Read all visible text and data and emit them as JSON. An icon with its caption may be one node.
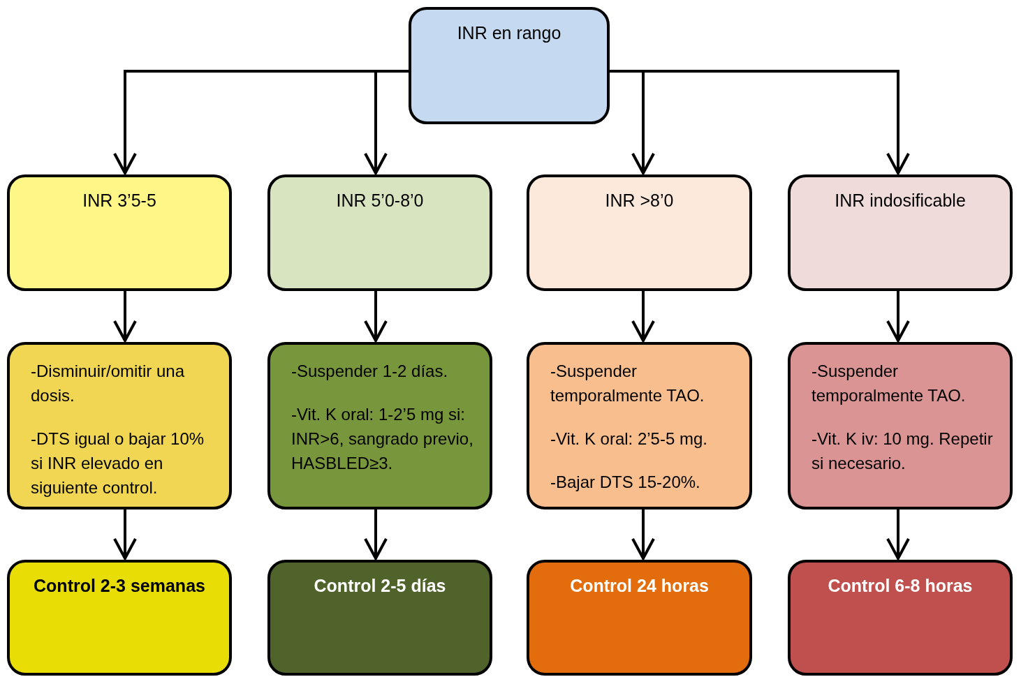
{
  "diagram": {
    "nodes": [
      {
        "text": [
          "INR en rango"
        ]
      },
      {
        "text": [
          "INR 3’5-5"
        ]
      },
      {
        "text": [
          "INR 5’0-8’0"
        ]
      },
      {
        "text": [
          "INR >8’0"
        ]
      },
      {
        "text": [
          "INR indosificable"
        ]
      },
      {
        "text": [
          "-Disminuir/omitir una dosis.",
          "-DTS igual o bajar 10% si INR elevado en siguiente control."
        ]
      },
      {
        "text": [
          "-Suspender 1-2 días.",
          "-Vit. K oral: 1-2’5 mg si: INR>6, sangrado previo, HASBLED≥3."
        ]
      },
      {
        "text": [
          "-Suspender temporalmente TAO.",
          "-Vit. K oral: 2’5-5 mg.",
          "-Bajar DTS 15-20%."
        ]
      },
      {
        "text": [
          "-Suspender temporalmente TAO.",
          "-Vit. K iv: 10 mg. Repetir si necesario."
        ]
      },
      {
        "text": [
          "Control 2-3 semanas"
        ]
      },
      {
        "text": [
          "Control 2-5 días"
        ]
      },
      {
        "text": [
          "Control 24 horas"
        ]
      },
      {
        "text": [
          "Control 6-8 horas"
        ]
      }
    ],
    "edges": [
      {
        "from": 0,
        "to": 1,
        "arrow": "to"
      },
      {
        "from": 0,
        "to": 2,
        "arrow": "to"
      },
      {
        "from": 0,
        "to": 3,
        "arrow": "to"
      },
      {
        "from": 0,
        "to": 4,
        "arrow": "to"
      },
      {
        "from": 1,
        "to": 5,
        "arrow": "to"
      },
      {
        "from": 2,
        "to": 6,
        "arrow": "to"
      },
      {
        "from": 3,
        "to": 7,
        "arrow": "to"
      },
      {
        "from": 4,
        "to": 8,
        "arrow": "to"
      },
      {
        "from": 5,
        "to": 9,
        "arrow": "to"
      },
      {
        "from": 6,
        "to": 10,
        "arrow": "to"
      },
      {
        "from": 7,
        "to": 11,
        "arrow": "to"
      },
      {
        "from": 8,
        "to": 12,
        "arrow": "to"
      }
    ]
  }
}
